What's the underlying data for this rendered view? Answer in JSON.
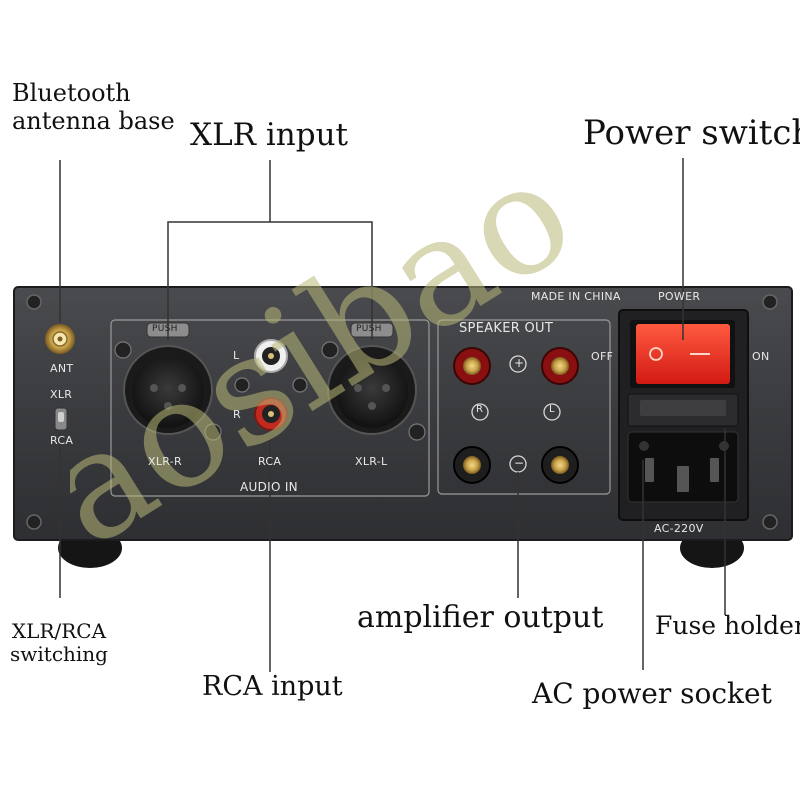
{
  "callouts": {
    "bluetooth": [
      "Bluetooth",
      "antenna base"
    ],
    "xlr_input": "XLR input",
    "power_switch": "Power switch",
    "xlr_rca_switching": [
      "XLR/RCA",
      "switching"
    ],
    "rca_input": "RCA input",
    "amplifier_output": "amplifier output",
    "fuse_holder": "Fuse holder",
    "ac_power_socket": "AC power socket"
  },
  "panel": {
    "made_in": "MADE IN CHINA",
    "power": "POWER",
    "off": "OFF",
    "on": "ON",
    "speaker_out": "SPEAKER OUT",
    "plus": "+",
    "minus": "−",
    "right_ring": "R",
    "left_ring": "L",
    "ant": "ANT",
    "xlr": "XLR",
    "rca": "RCA",
    "xlr_r": "XLR-R",
    "rca_center": "RCA",
    "xlr_l": "XLR-L",
    "audio_in": "AUDIO IN",
    "rca_l": "L",
    "rca_r": "R",
    "push_left": "PUSH",
    "push_right": "PUSH",
    "ac": "AC-220V"
  },
  "watermark": "aosibao",
  "colors": {
    "chassis": "#3a3b3e",
    "switch_red": "#e8261e",
    "gold": "#c9a24a",
    "watermark": "#b8b878"
  }
}
